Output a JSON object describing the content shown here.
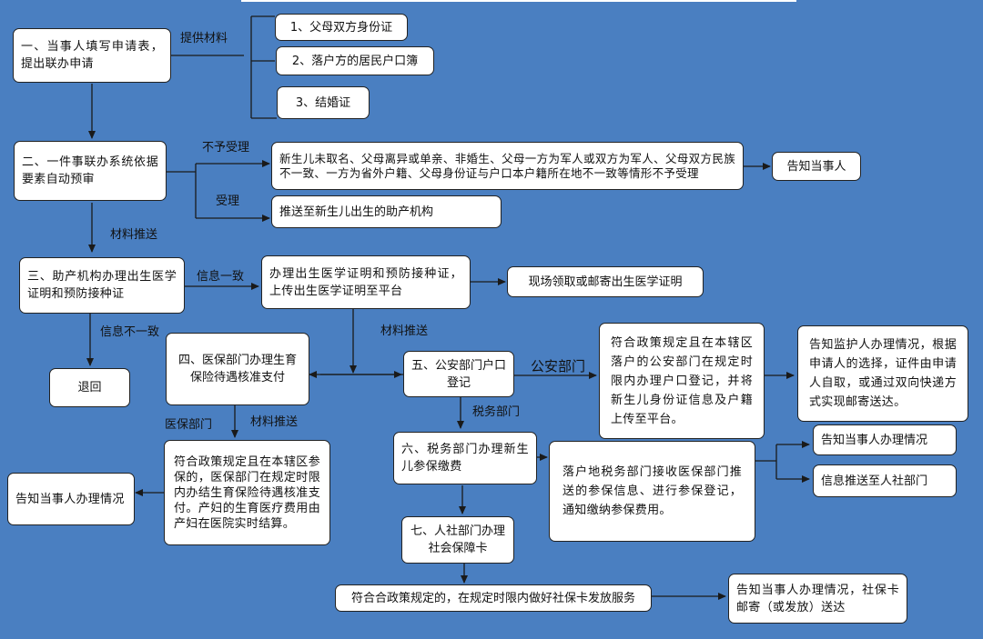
{
  "nodes": {
    "step1": "一、当事人填写申请表，提出联办申请",
    "mat1": "1、父母双方身份证",
    "mat2": "2、落户方的居民户口簿",
    "mat3": "3、结婚证",
    "step2": "二、一件事联办系统依据要素自动预审",
    "reject_cond": "新生儿未取名、父母离异或单亲、非婚生、父母一方为军人或双方为军人、父母双方民族不一致、一方为省外户籍、父母身份证与户口本户籍所在地不一致等情形不予受理",
    "notify1": "告知当事人",
    "push_hospital": "推送至新生儿出生的助产机构",
    "step3": "三、助产机构办理出生医学证明和预防接种证",
    "issue_cert": "办理出生医学证明和预防接种证，上传出生医学证明至平台",
    "pickup": "现场领取或邮寄出生医学证明",
    "return": "退回",
    "step4": "四、医保部门办理生育保险待遇核准支付",
    "step4_detail": "符合政策规定且在本辖区参保的，医保部门在规定时限内办结生育保险待遇核准支付。产妇的生育医疗费用由产妇在医院实时结算。",
    "notify_left": "告知当事人办理情况",
    "step5": "五、公安部门户口登记",
    "step5_detail": "符合政策规定且在本辖区落户的公安部门在规定时限内办理户口登记，并将新生儿身份证信息及户籍上传至平台。",
    "notify_guardian": "告知监护人办理情况，根据申请人的选择，证件由申请人自取，或通过双向快递方式实现邮寄送达。",
    "step6": "六、税务部门办理新生儿参保缴费",
    "step6_detail": "落户地税务部门接收医保部门推送的参保信息、进行参保登记，通知缴纳参保费用。",
    "notify_tax": "告知当事人办理情况",
    "push_hr": "信息推送至人社部门",
    "step7": "七、人社部门办理社会保障卡",
    "card_service": "符合合政策规定的，在规定时限内做好社保卡发放服务",
    "notify_card": "告知当事人办理情况，社保卡邮寄（或发放）送达"
  },
  "labels": {
    "provide_materials": "提供材料",
    "not_accepted": "不予受理",
    "accepted": "受理",
    "material_push_1": "材料推送",
    "info_consistent": "信息一致",
    "info_inconsistent": "信息不一致",
    "material_push_2": "材料推送",
    "police_dept": "公安部门",
    "tax_dept": "税务部门",
    "medical_dept": "医保部门",
    "material_push_3": "材料推送"
  },
  "colors": {
    "background": "#4a7fc1",
    "box": "#ffffff",
    "line": "#1a1a1a"
  }
}
